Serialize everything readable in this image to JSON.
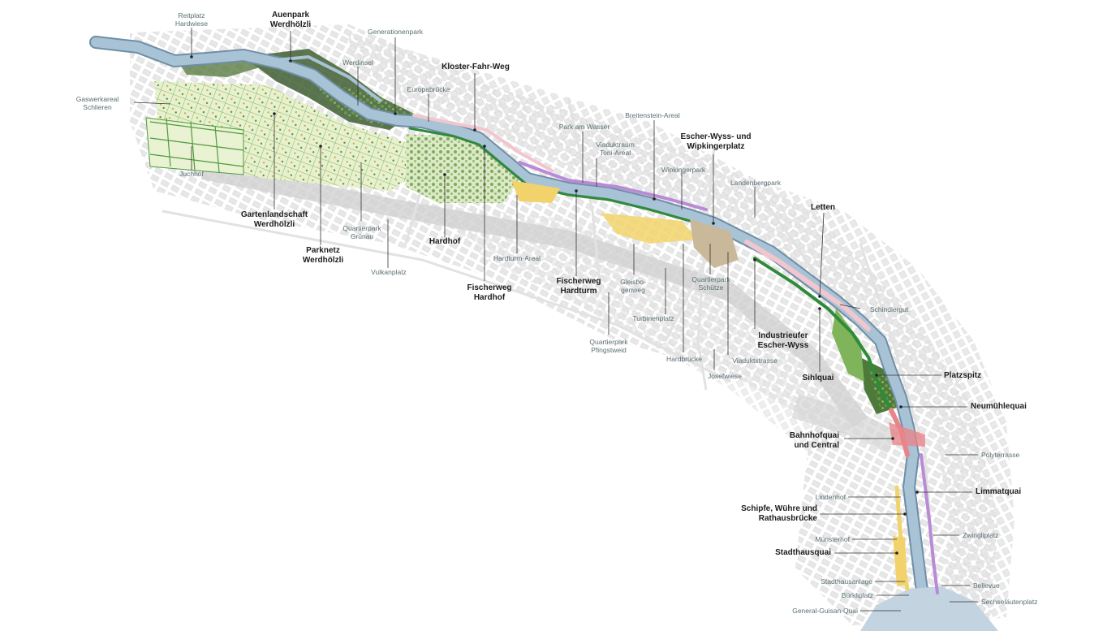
{
  "colors": {
    "river": "#a9c3d6",
    "riverEdge": "#6f8ea5",
    "lake": "#c3d3e0",
    "park": "#9ec773",
    "parkDark": "#4d7a3a",
    "forest": "#3f5e34",
    "meadow": "#dbe9c6",
    "garden": "#e8f1cf",
    "promenade": "#2f8a3a",
    "plaza": "#f2d36b",
    "pink": "#f1c6cf",
    "violet": "#b98ad6",
    "red": "#e7858a",
    "rail": "#d2d2d2",
    "street": "#e6e6e6",
    "building": "#ececec",
    "minorLabel": "#5a6f73",
    "majorLabel": "#1d1d1d"
  },
  "labels": {
    "reitplatz": [
      "Reitplatz",
      "Hardwiese"
    ],
    "auenpark": [
      "Auenpark",
      "Werdhölzli"
    ],
    "generationenpark": [
      "Generationenpark"
    ],
    "werdinsel": [
      "Werdinsel"
    ],
    "klosterFahrWeg": [
      "Kloster-Fahr-Weg"
    ],
    "europabruecke": [
      "Europabrücke"
    ],
    "gaswerkareal": [
      "Gaswerkareal",
      "Schlieren"
    ],
    "breitenstein": [
      "Breitenstein-Areal"
    ],
    "parkAmWasser": [
      "Park am Wasser"
    ],
    "viaduktraum": [
      "Viaduktraum",
      "Toni-Areal"
    ],
    "escherWyssPlatz": [
      "Escher-Wyss- und",
      "Wipkingerplatz"
    ],
    "wipkingerpark": [
      "Wipkingerpark"
    ],
    "landenbergpark": [
      "Landenbergpark"
    ],
    "juchhof": [
      "Juchhof"
    ],
    "gartenlandschaft": [
      "Gartenlandschaft",
      "Werdhölzli"
    ],
    "quartierparkGruenau": [
      "Quartierpark",
      "Grünau"
    ],
    "letten": [
      "Letten"
    ],
    "hardhof": [
      "Hardhof"
    ],
    "parknetz": [
      "Parknetz",
      "Werdhölzli"
    ],
    "hardturmAreal": [
      "Hardturm-Areal"
    ],
    "vulkanplatz": [
      "Vulkanplatz"
    ],
    "fischerwegHardhof": [
      "Fischerweg",
      "Hardhof"
    ],
    "fischerwegHardturm": [
      "Fischerweg",
      "Hardturm"
    ],
    "gleisbogenweg": [
      "Gleisbo-",
      "genweg"
    ],
    "quartierparkSchuetze": [
      "Quartierpark",
      "Schütze"
    ],
    "schindlergut": [
      "Schindlergut"
    ],
    "turbinenplatz": [
      "Turbinenplatz"
    ],
    "industrieufer": [
      "Industrieufer",
      "Escher-Wyss"
    ],
    "quartierparkPfingstweid": [
      "Quartierpark",
      "Pfingstweid"
    ],
    "hardbruecke": [
      "Hardbrücke"
    ],
    "viaduktstrasse": [
      "Viaduktstrasse"
    ],
    "josefwiese": [
      "Josefwiese"
    ],
    "sihlquai": [
      "Sihlquai"
    ],
    "platzspitz": [
      "Platzspitz"
    ],
    "neumuehlequai": [
      "Neumühlequai"
    ],
    "bahnhofquai": [
      "Bahnhofquai",
      "und Central"
    ],
    "polyterrasse": [
      "Polyterrasse"
    ],
    "lindenhof": [
      "Lindenhof"
    ],
    "limmatquai": [
      "Limmatquai"
    ],
    "schipfe": [
      "Schipfe, Wühre und",
      "Rathausbrücke"
    ],
    "zwingliplatz": [
      "Zwingliplatz"
    ],
    "muensterhof": [
      "Münsterhof"
    ],
    "stadthausquai": [
      "Stadthausquai"
    ],
    "stadthausanlage": [
      "Stadthausanlage"
    ],
    "bellevue": [
      "Bellevue"
    ],
    "buerkliplatz": [
      "Bürkliplatz"
    ],
    "sechselaeutenplatz": [
      "Sechseläutenplatz"
    ],
    "generalGuisan": [
      "General-Guisan-Quai"
    ]
  }
}
